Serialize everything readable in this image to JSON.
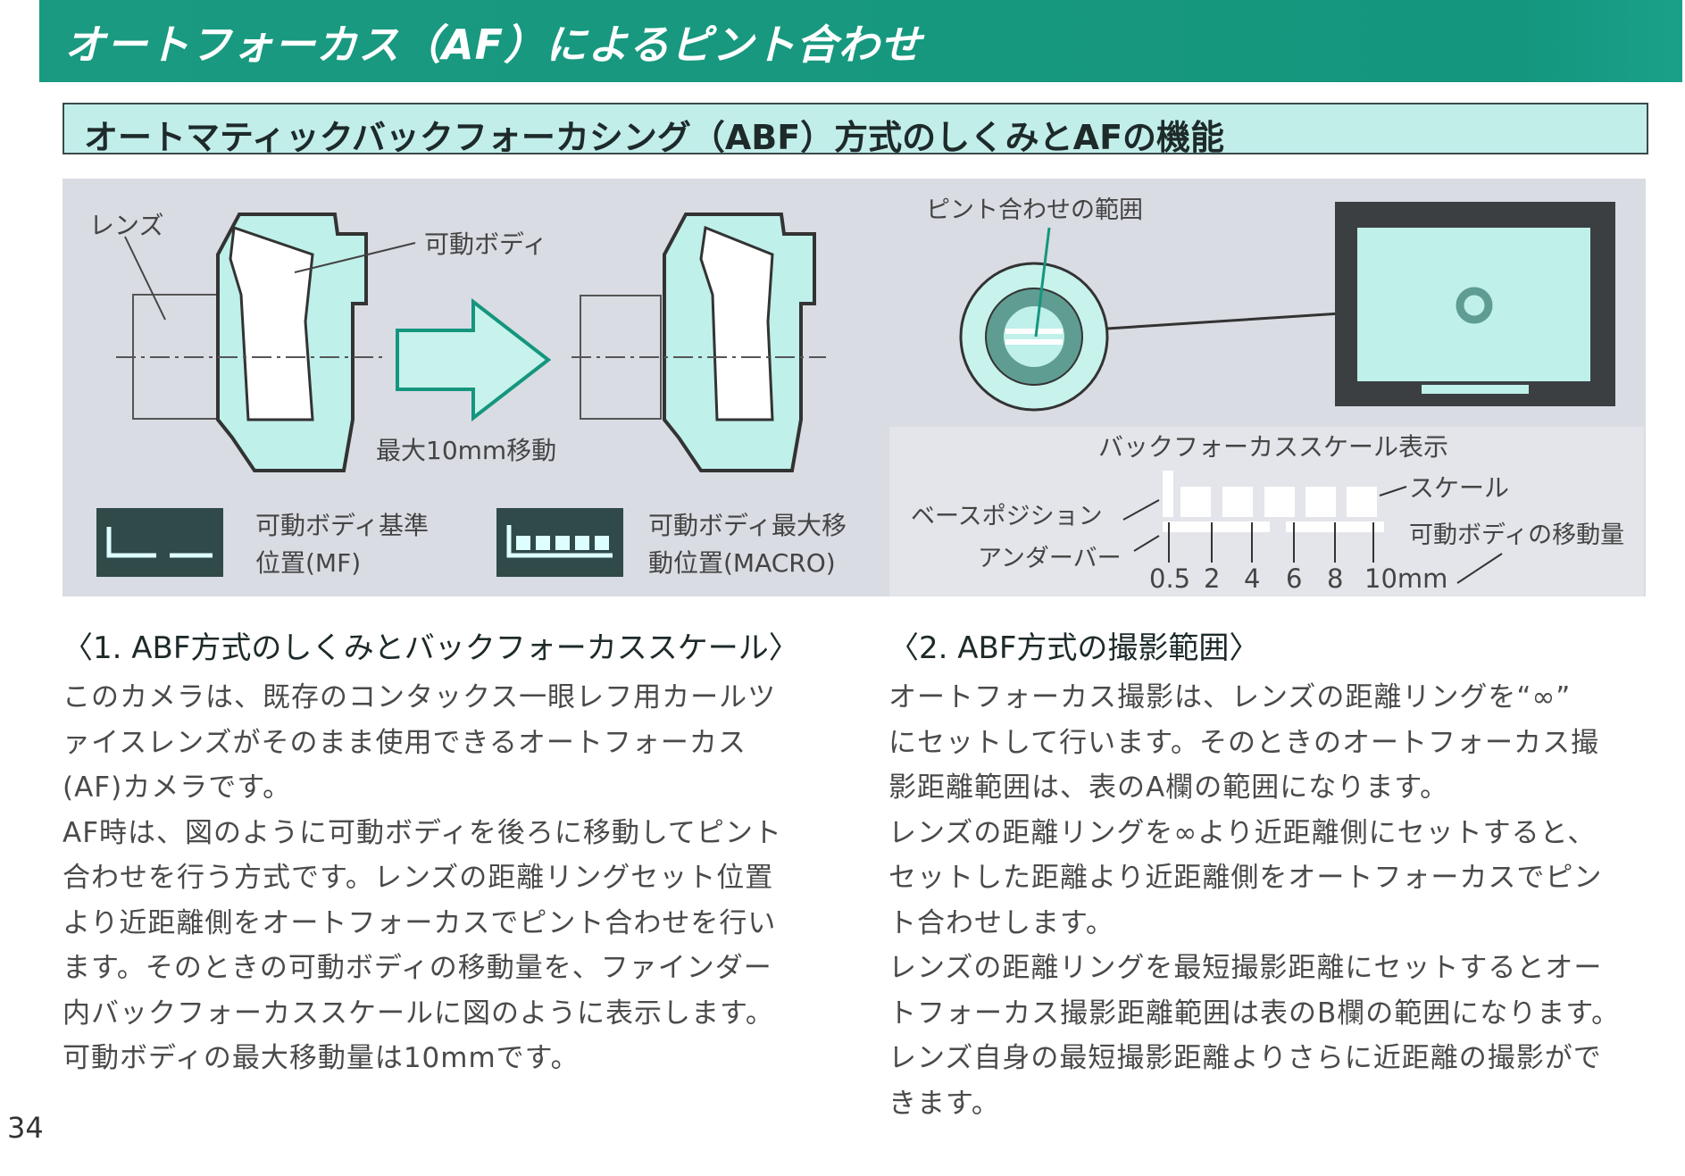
{
  "header": {
    "title": "オートフォーカス（AF）によるピント合わせ"
  },
  "subheader": {
    "title": "オートマティックバックフォーカシング（ABF）方式のしくみとAFの機能"
  },
  "diagram": {
    "lens_label": "レンズ",
    "movable_body_label": "可動ボディ",
    "max_move_label": "最大10mm移動",
    "focus_range_label": "ピント合わせの範囲",
    "display_mf_label_1": "可動ボディ基準",
    "display_mf_label_2": "位置(MF)",
    "display_macro_label_1": "可動ボディ最大移",
    "display_macro_label_2": "動位置(MACRO)",
    "scale_title": "バックフォーカススケール表示",
    "scale_label": "スケール",
    "base_position_label": "ベースポジション",
    "underbar_label": "アンダーバー",
    "body_travel_label": "可動ボディの移動量",
    "scale_ticks": [
      "0.5",
      "2",
      "4",
      "6",
      "8",
      "10mm"
    ],
    "colors": {
      "accent": "#14967e",
      "cyan": "#bff0ea",
      "panel": "#d9dce3",
      "dark": "#3b3f42"
    }
  },
  "section1": {
    "heading": "〈1. ABF方式のしくみとバックフォーカススケール〉",
    "lines": [
      "このカメラは、既存のコンタックス一眼レフ用カールツ",
      "ァイスレンズがそのまま使用できるオートフォーカス",
      "(AF)カメラです。",
      "AF時は、図のように可動ボディを後ろに移動してピント",
      "合わせを行う方式です。レンズの距離リングセット位置",
      "より近距離側をオートフォーカスでピント合わせを行い",
      "ます。そのときの可動ボディの移動量を、ファインダー",
      "内バックフォーカススケールに図のように表示します。",
      "可動ボディの最大移動量は10mmです。"
    ]
  },
  "section2": {
    "heading": "〈2. ABF方式の撮影範囲〉",
    "lines": [
      "オートフォーカス撮影は、レンズの距離リングを“∞”",
      "にセットして行います。そのときのオートフォーカス撮",
      "影距離範囲は、表のA欄の範囲になります。",
      "レンズの距離リングを∞より近距離側にセットすると、",
      "セットした距離より近距離側をオートフォーカスでピン",
      "ト合わせします。",
      "レンズの距離リングを最短撮影距離にセットするとオー",
      "トフォーカス撮影距離範囲は表のB欄の範囲になります。",
      "レンズ自身の最短撮影距離よりさらに近距離の撮影がで",
      "きます。"
    ]
  },
  "page_number": "34"
}
